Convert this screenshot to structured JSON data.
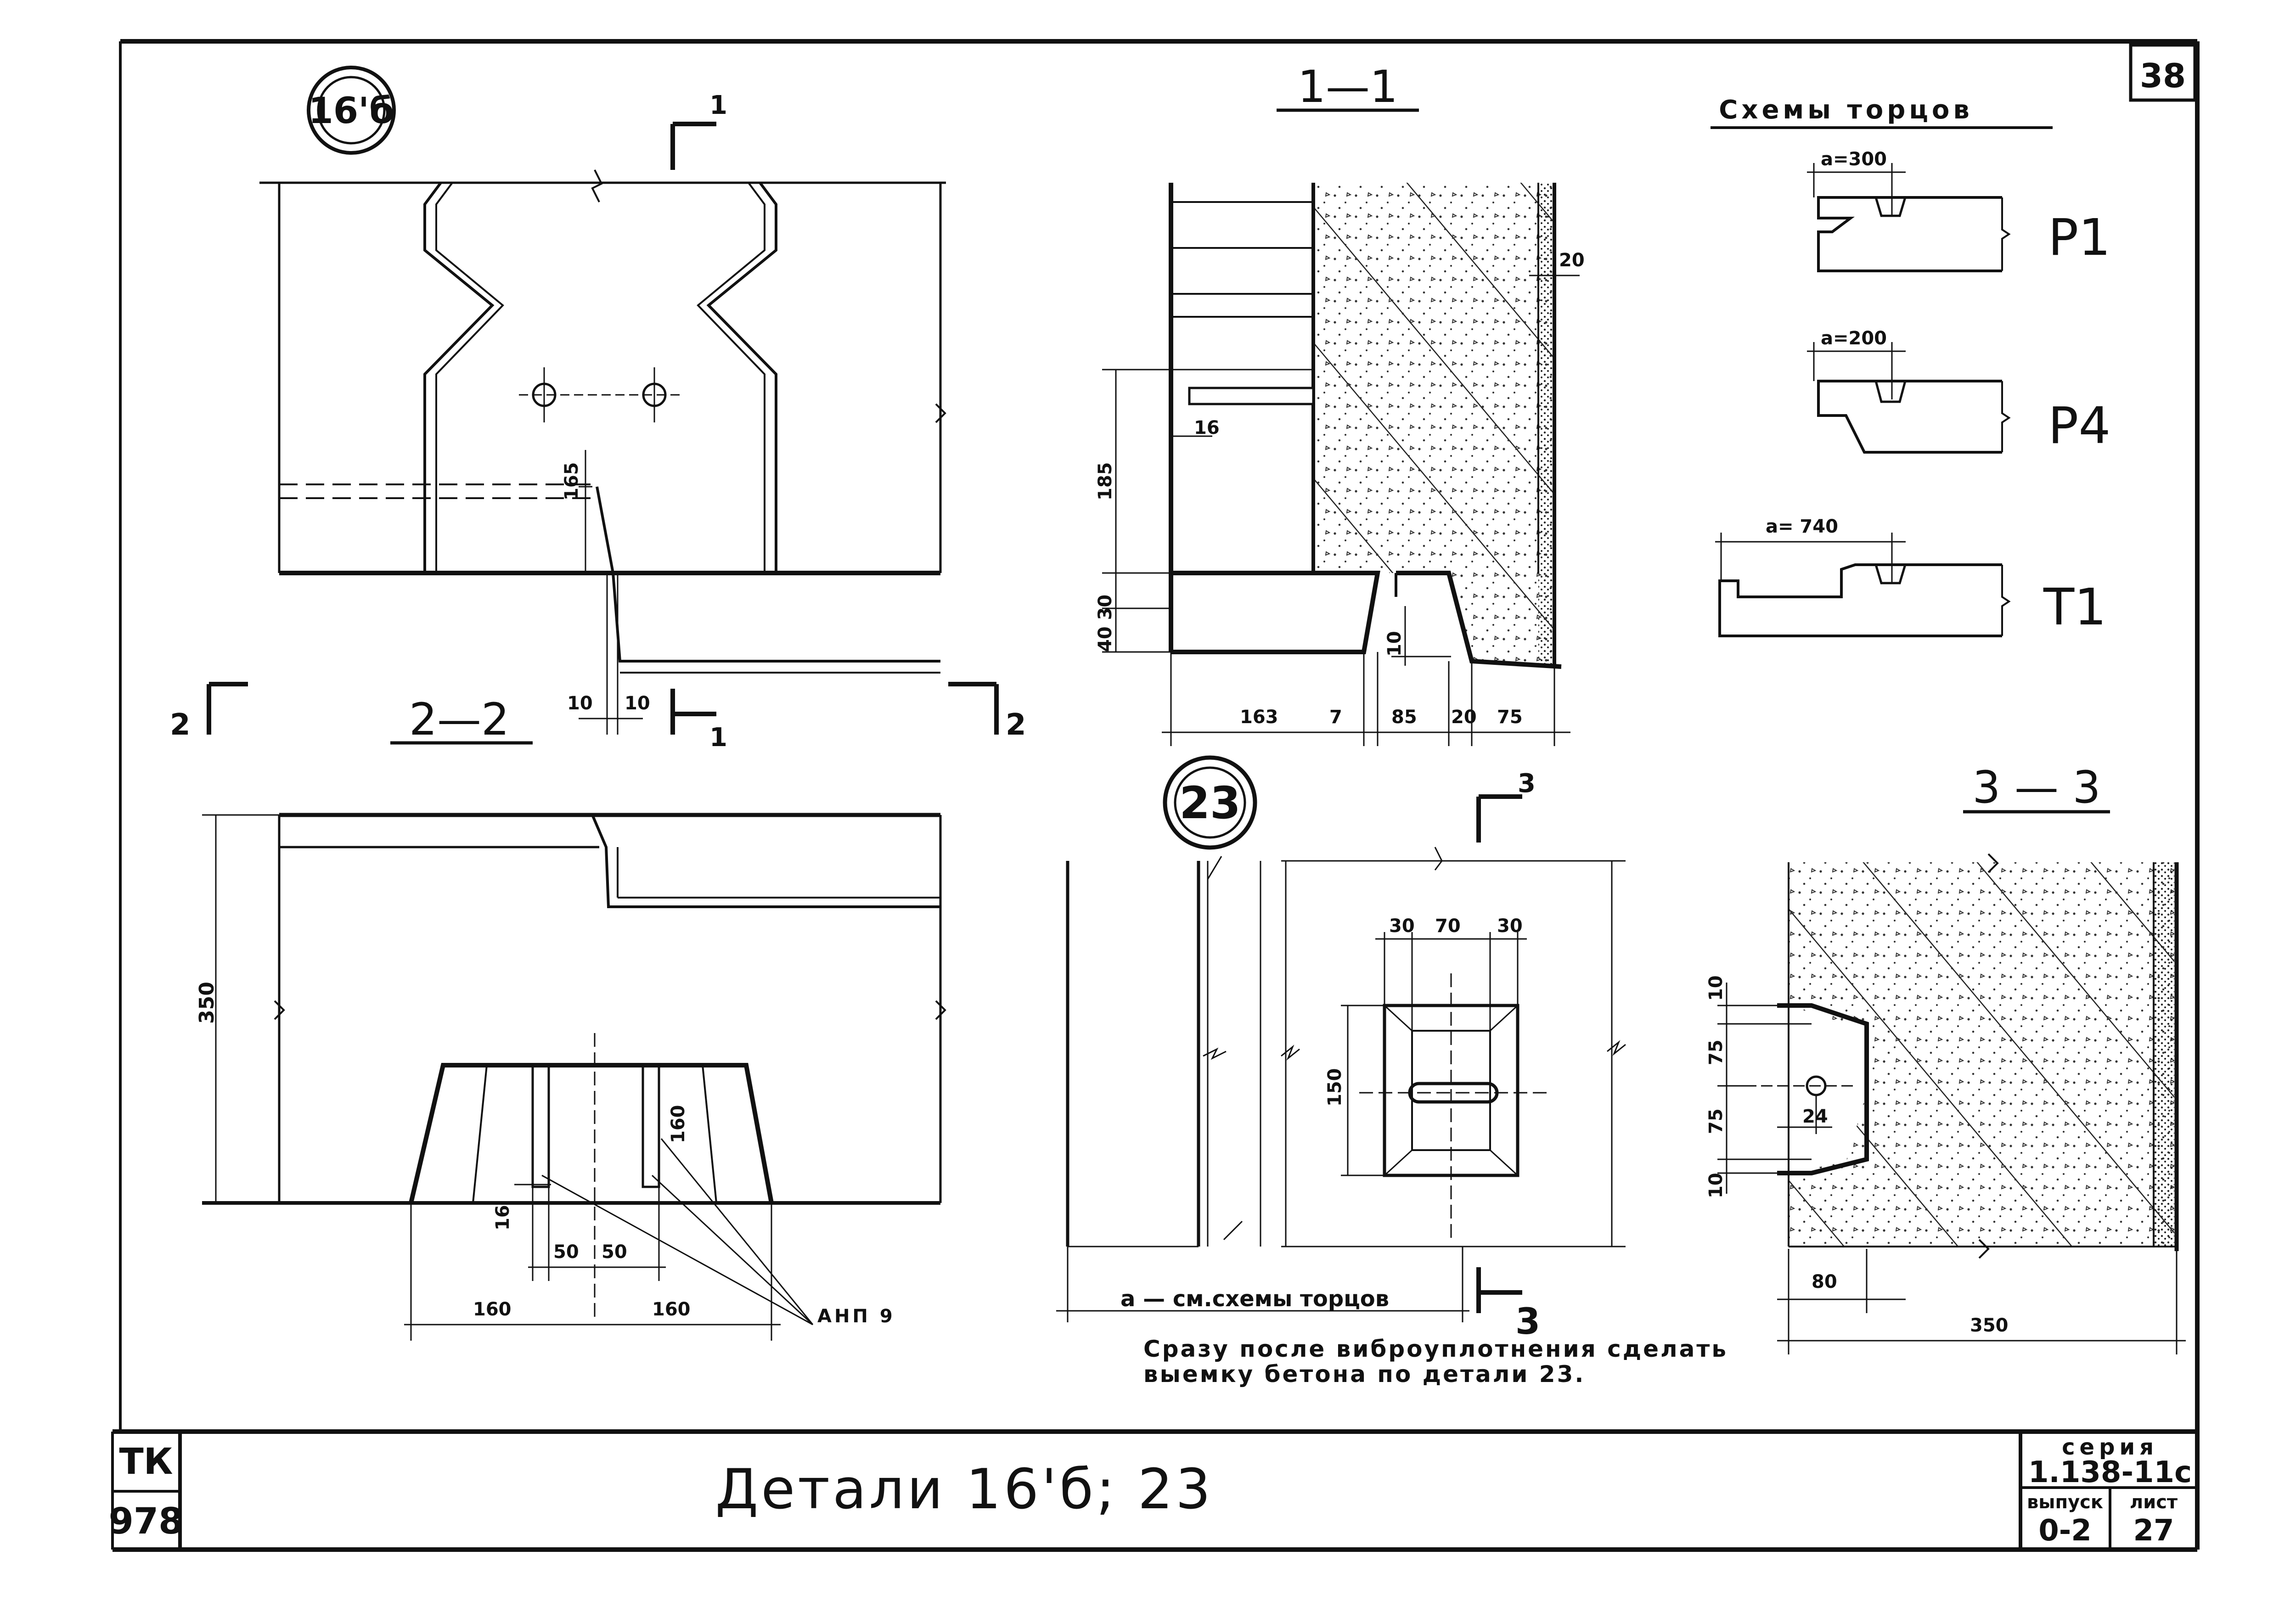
{
  "sheet": {
    "sheet_number": "38",
    "title": "Детали 16'б; 23",
    "stamp": {
      "org": "ТК",
      "year": "978",
      "series_label": "серия",
      "series_value": "1.138-11с",
      "issue_label": "выпуск",
      "issue_value": "0-2",
      "page_label": "лист",
      "page_value": "27"
    }
  },
  "detail_16b": {
    "label": "16'б",
    "cut_top": "1",
    "cut_bottom": "1",
    "cut_left": "2",
    "cut_right": "2",
    "dims": {
      "height_165": "165",
      "gap_left": "10",
      "gap_right": "10"
    }
  },
  "section_1_1": {
    "title": "1—1",
    "dims": {
      "d185": "185",
      "d40_30": "40 30",
      "d16": "16",
      "d10": "10",
      "d20_top": "20",
      "d163": "163",
      "d7": "7",
      "d85": "85",
      "d20": "20",
      "d75": "75"
    }
  },
  "end_schemes": {
    "title": "Схемы торцов",
    "items": [
      {
        "a_label": "а=300",
        "name": "Р1"
      },
      {
        "a_label": "а=200",
        "name": "Р4"
      },
      {
        "a_label": "а= 740",
        "name": "Т1"
      }
    ]
  },
  "section_2_2": {
    "title": "2—2",
    "dims": {
      "d350": "350",
      "d16": "16",
      "d160_vert": "160",
      "d50a": "50",
      "d50b": "50",
      "d160a": "160",
      "d160b": "160",
      "rebar": "АНП 9"
    }
  },
  "detail_23": {
    "label": "23",
    "cut": "3",
    "a_note": "а — см.схемы торцов",
    "dims": {
      "d30a": "30",
      "d70": "70",
      "d30b": "30",
      "d150": "150"
    },
    "note_line1": "Сразу после виброуплотнения сделать",
    "note_line2": "выемку бетона по детали 23."
  },
  "section_3_3": {
    "title": "3 — 3",
    "dims": {
      "d10a": "10",
      "d75a": "75",
      "d75b": "75",
      "d10b": "10",
      "d24": "24",
      "d80": "80",
      "d350": "350"
    }
  }
}
